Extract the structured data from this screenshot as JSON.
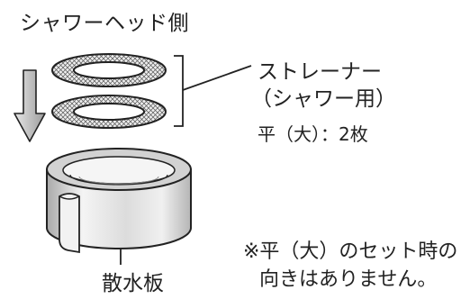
{
  "labels": {
    "top": "シャワーヘッド側",
    "strainer_name": "ストレーナー",
    "strainer_sub": "（シャワー用）",
    "strainer_type": "平（大）：2枚",
    "plate": "散水板",
    "note_line1": "※平（大）のセット時の",
    "note_line2": "向きはありません。"
  },
  "colors": {
    "line": "#222222",
    "arrow_fill": "#c8c8c8",
    "mesh_fill": "#e2e2e2",
    "plate_shade": "#cfcfcf"
  }
}
